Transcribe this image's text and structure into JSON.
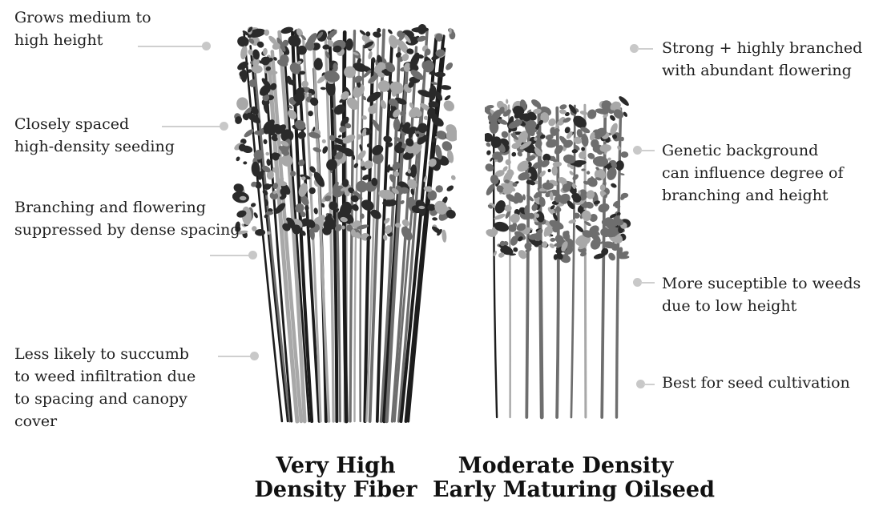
{
  "left_annotations": [
    {
      "lines": [
        "Grows medium to",
        "high height"
      ]
    },
    {
      "lines": [
        "Closely spaced",
        "high-density seeding"
      ]
    },
    {
      "lines": [
        "Branching and flowering",
        "suppressed by dense spacing"
      ]
    },
    {
      "lines": [
        "Less likely to succumb",
        "to weed infiltration due",
        "to spacing and canopy",
        "cover"
      ]
    }
  ],
  "right_annotations": [
    {
      "lines": [
        "Strong + highly branched",
        "with abundant flowering"
      ]
    },
    {
      "lines": [
        "Genetic background",
        "can influence degree of",
        "branching and height"
      ]
    },
    {
      "lines": [
        "More suceptible to weeds",
        "due to low height"
      ]
    },
    {
      "lines": [
        "Best for seed cultivation"
      ]
    }
  ],
  "captions": {
    "fiber": {
      "line1": "Very High",
      "line2": "Density Fiber"
    },
    "oilseed": {
      "line1": "Moderate Density",
      "line2": "Early Maturing Oilseed"
    }
  },
  "plants": {
    "fiber": {
      "stalk_count": 34
    },
    "oilseed": {
      "stalk_count": 9
    }
  },
  "colors": {
    "text": "#1f1f1f",
    "leader": "#cfcfcf",
    "dot": "#c8c8c8",
    "stalk_dark": "#1c1c1c",
    "foliage_dark": "#2a2a2a",
    "foliage_mid": "#6e6e6e",
    "foliage_light": "#a8a8a8"
  }
}
